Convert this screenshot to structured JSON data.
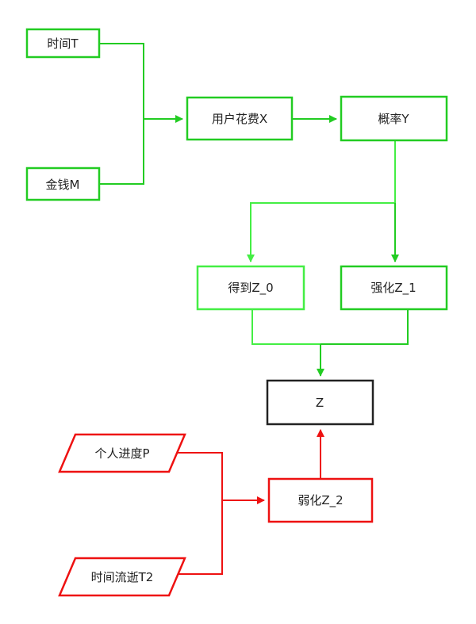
{
  "colors": {
    "green": "#22cc22",
    "light_green": "#44ee44",
    "red": "#ee1111",
    "black": "#222222"
  },
  "nodes": {
    "time_t": "时间T",
    "money_m": "金钱M",
    "user_spend_x": "用户花费X",
    "probability_y": "概率Y",
    "get_z0": "得到Z_0",
    "strengthen_z1": "强化Z_1",
    "z": "Z",
    "progress_p": "个人进度P",
    "time_elapsed_t2": "时间流逝T2",
    "weaken_z2": "弱化Z_2"
  }
}
